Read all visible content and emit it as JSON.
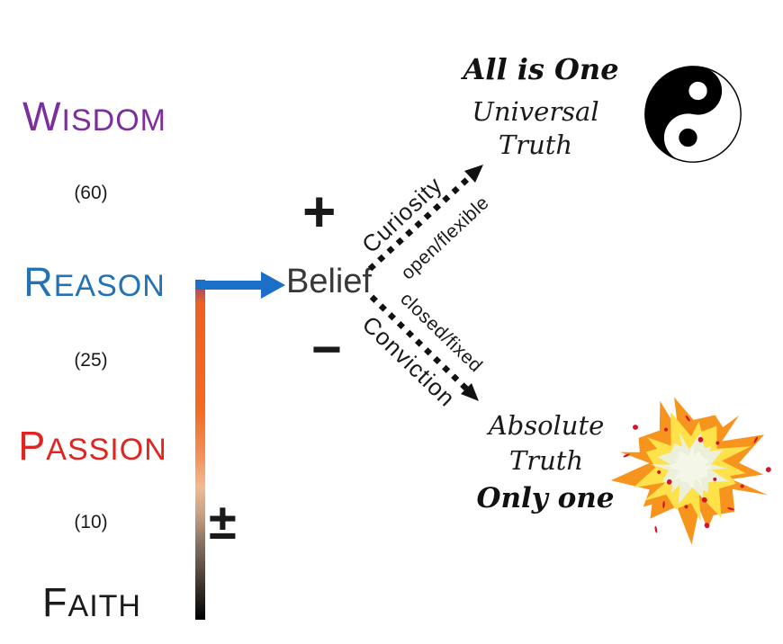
{
  "ladder": {
    "levels": [
      {
        "label": "Wisdom",
        "color": "#7B2F9C"
      },
      {
        "label": "Reason",
        "color": "#2272B5"
      },
      {
        "label": "Passion",
        "color": "#E02420"
      },
      {
        "label": "Faith",
        "color": "#1A1A1A"
      }
    ],
    "values": [
      "(60)",
      "(25)",
      "(10)"
    ]
  },
  "center": {
    "belief_label": "Belief",
    "plus_sign": "+",
    "minus_sign": "−",
    "plus_minus_sign": "±"
  },
  "paths": {
    "upper": {
      "label_above": "Curiosity",
      "label_below": "open/flexible"
    },
    "lower": {
      "label_above": "closed/fixed",
      "label_below": "Conviction"
    }
  },
  "outcomes": {
    "universal": {
      "headline": "All is One",
      "body": "Universal\nTruth",
      "icon": "yin-yang-icon"
    },
    "absolute": {
      "body": "Absolute\nTruth",
      "headline": "Only one",
      "icon": "explosion-icon"
    }
  },
  "colors": {
    "wisdom_purple": "#7B2F9C",
    "reason_blue": "#2272B5",
    "passion_red": "#E02420",
    "faith_black": "#1A1A1A",
    "arrow_blue": "#1C6FC8",
    "bar_gradient_top": "#7B3F9E",
    "bar_gradient_orange": "#F26B21",
    "bar_gradient_peach": "#F2BA92",
    "bar_gradient_bottom": "#000000",
    "dotted_arrow": "#111111",
    "explosion_orange": "#F7941E",
    "explosion_yellow": "#FFE14A",
    "explosion_core": "#ECEFDA",
    "explosion_core_light": "#F4F6E8",
    "explosion_specks": "#D5132A",
    "yin_yang": "#000000"
  }
}
